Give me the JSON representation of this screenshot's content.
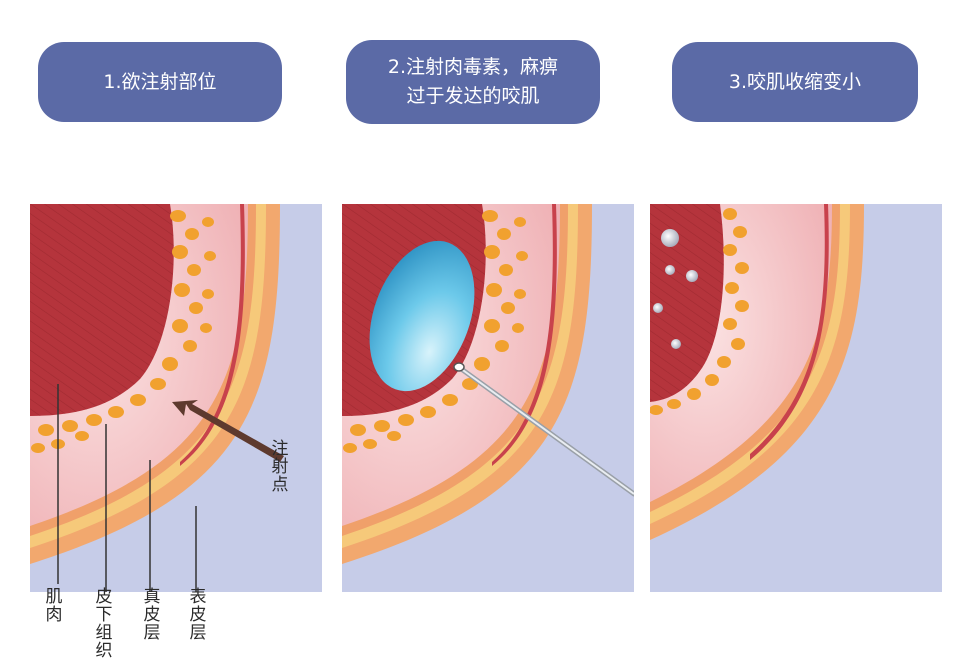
{
  "steps": [
    {
      "label": "1.欲注射部位"
    },
    {
      "label": "2.注射肉毒素，麻痹\n过于发达的咬肌"
    },
    {
      "label": "3.咬肌收缩变小"
    }
  ],
  "layer_labels": {
    "muscle": "肌肉",
    "subcutaneous": "皮下组织",
    "dermis": "真皮层",
    "epidermis": "表皮层"
  },
  "injection_point": "注射点",
  "colors": {
    "pill": "#5b6aa6",
    "background_blue": "#c6cce8",
    "skin_outer": "#f2a86e",
    "skin_yellow": "#f6c97a",
    "dermis_pink": "#f3c2c4",
    "muscle_red": "#b5343c",
    "fat": "#f1a12f",
    "toxin": "#5cc3e6",
    "arrow": "#5e3a2e"
  }
}
